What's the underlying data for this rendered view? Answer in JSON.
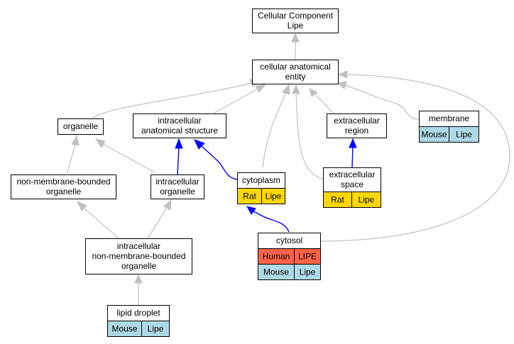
{
  "colors": {
    "rat": "#ffd700",
    "mouse": "#add8e6",
    "human": "#ff6347",
    "edge_is_a": "#c0c0c0",
    "edge_part_of": "#0000ff"
  },
  "nodes": {
    "root": {
      "lines": [
        "Cellular Component",
        "Lipe"
      ]
    },
    "cae": {
      "lines": [
        "cellular anatomical",
        "entity"
      ]
    },
    "organelle": {
      "lines": [
        "organelle"
      ]
    },
    "ias": {
      "lines": [
        "intracellular",
        "anatomical structure"
      ]
    },
    "ecr": {
      "lines": [
        "extracellular",
        "region"
      ]
    },
    "membrane": {
      "lines": [
        "membrane"
      ],
      "annotations": [
        [
          "Mouse",
          "Lipe"
        ]
      ]
    },
    "nmbo": {
      "lines": [
        "non-membrane-bounded",
        "organelle"
      ]
    },
    "io": {
      "lines": [
        "intracellular",
        "organelle"
      ]
    },
    "cytoplasm": {
      "lines": [
        "cytoplasm"
      ],
      "annotations": [
        [
          "Rat",
          "Lipe"
        ]
      ]
    },
    "ecs": {
      "lines": [
        "extracellular",
        "space"
      ],
      "annotations": [
        [
          "Rat",
          "Lipe"
        ]
      ]
    },
    "inmbo": {
      "lines": [
        "intracellular",
        "non-membrane-bounded",
        "organelle"
      ]
    },
    "cytosol": {
      "lines": [
        "cytosol"
      ],
      "annotations": [
        [
          "Human",
          "LIPE"
        ],
        [
          "Mouse",
          "Lipe"
        ]
      ]
    },
    "lipid": {
      "lines": [
        "lipid droplet"
      ],
      "annotations": [
        [
          "Mouse",
          "Lipe"
        ]
      ]
    }
  }
}
